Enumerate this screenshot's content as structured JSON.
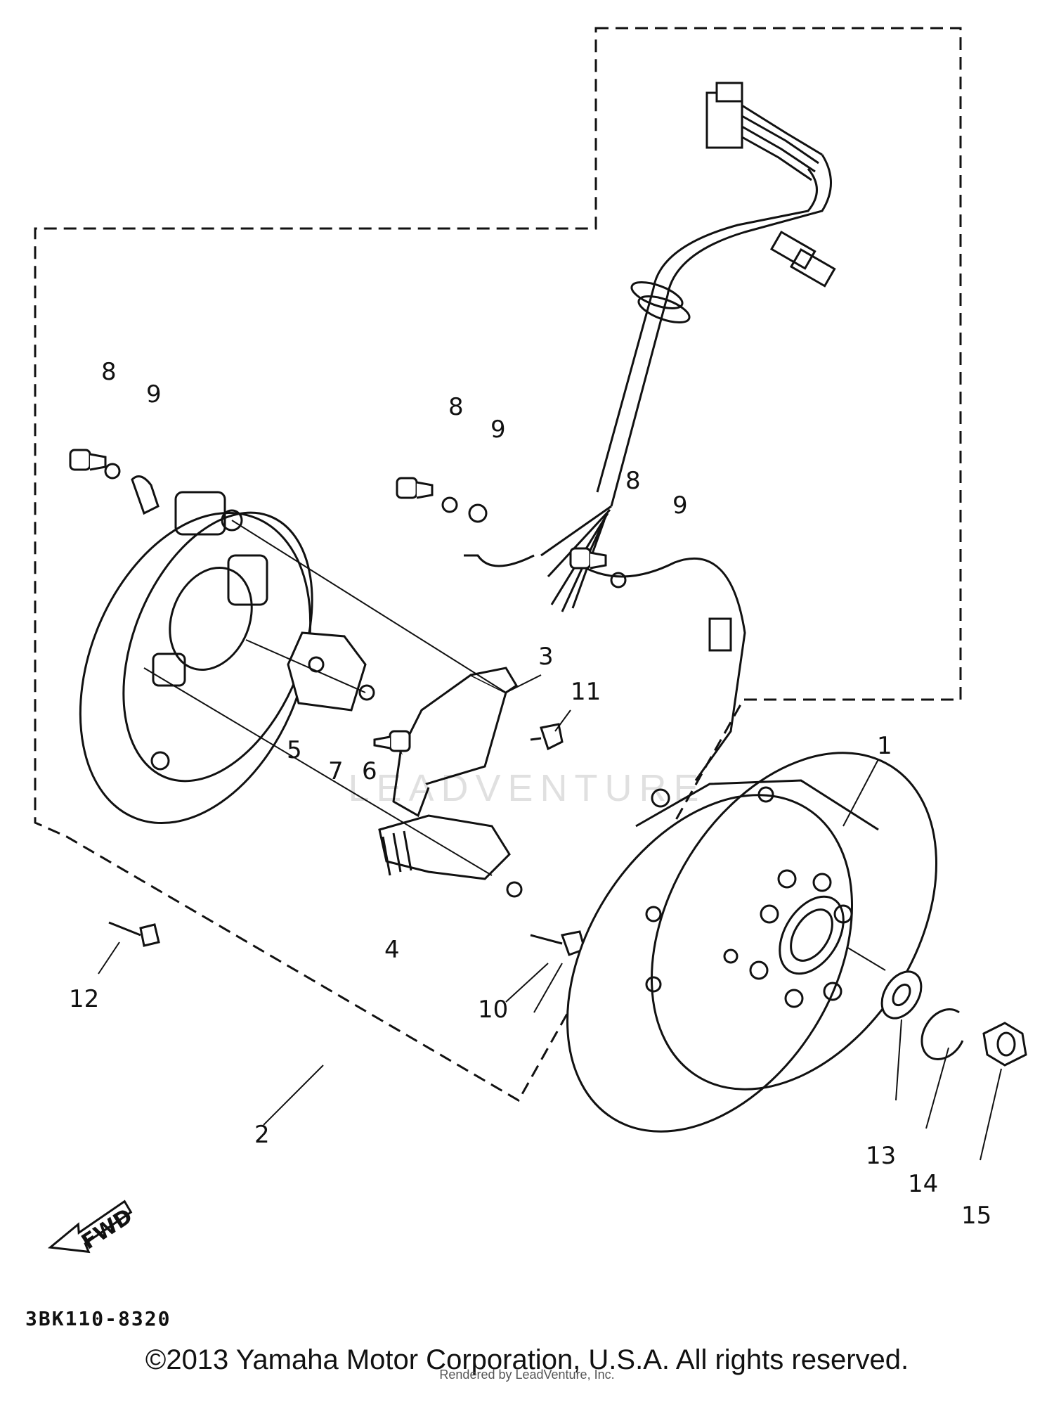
{
  "callouts": {
    "p1": "1",
    "p2": "2",
    "p3": "3",
    "p4": "4",
    "p5": "5",
    "p6": "6",
    "p7": "7",
    "p8a": "8",
    "p8b": "8",
    "p8c": "8",
    "p9a": "9",
    "p9b": "9",
    "p9c": "9",
    "p10": "10",
    "p11": "11",
    "p12": "12",
    "p13": "13",
    "p14": "14",
    "p15": "15"
  },
  "fwd_label": "FWD",
  "figure_code": "3BK110-8320",
  "copyright": "©2013 Yamaha Motor Corporation, U.S.A. All rights reserved.",
  "watermark": "LEADVENTURE",
  "rendered_by": "Rendered by LeadVenture, Inc."
}
